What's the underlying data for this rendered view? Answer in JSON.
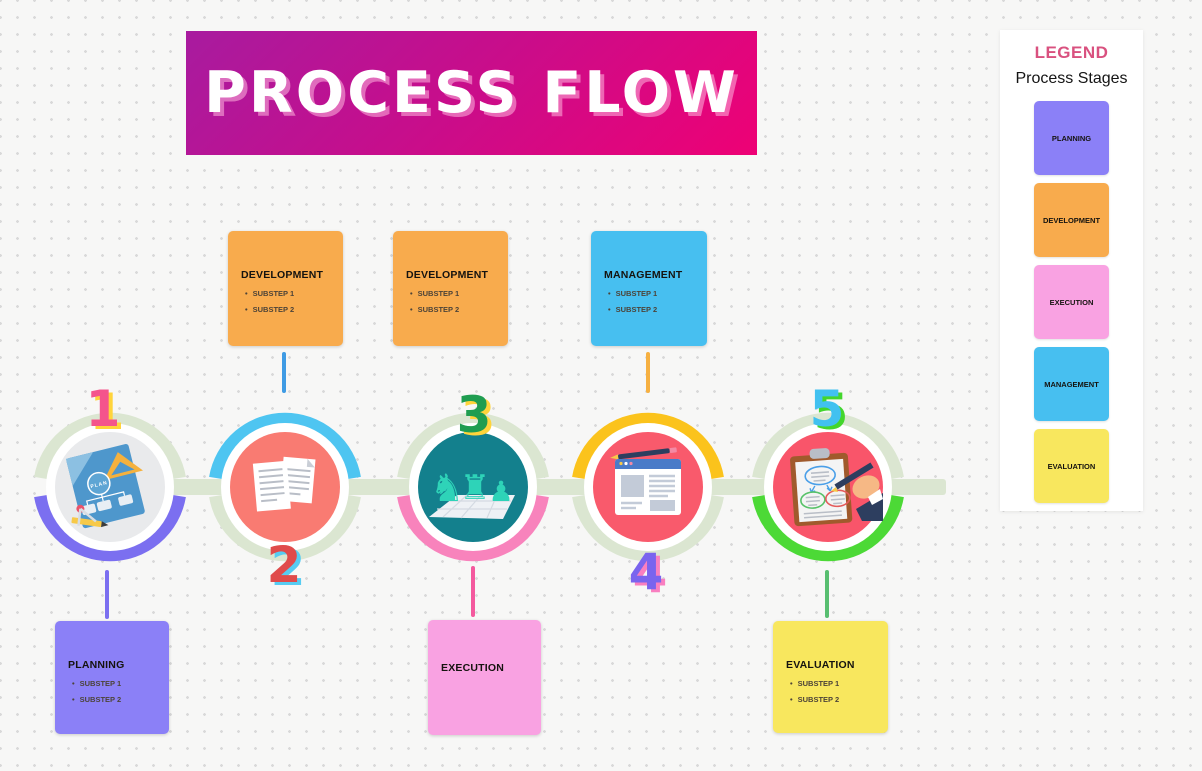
{
  "background": {
    "color": "#f7f7f6",
    "dot_color": "#d9d9d9"
  },
  "title": {
    "text": "PROCESS FLOW",
    "gradient_from": "#a81b9f",
    "gradient_to": "#ee0175",
    "text_color": "#ffffff"
  },
  "legend": {
    "title": "LEGEND",
    "title_color": "#d9517f",
    "subtitle": "Process Stages",
    "items": [
      {
        "label": "PLANNING",
        "color": "#8b80f7"
      },
      {
        "label": "DEVELOPMENT",
        "color": "#f8ab4d"
      },
      {
        "label": "EXECUTION",
        "color": "#f9a2e2"
      },
      {
        "label": "MANAGEMENT",
        "color": "#47bff0"
      },
      {
        "label": "EVALUATION",
        "color": "#f8e75e"
      }
    ]
  },
  "notes": {
    "top": [
      {
        "title": "DEVELOPMENT",
        "color": "#f8ab4d",
        "substeps": [
          "SUBSTEP 1",
          "SUBSTEP 2"
        ]
      },
      {
        "title": "DEVELOPMENT",
        "color": "#f8ab4d",
        "substeps": [
          "SUBSTEP 1",
          "SUBSTEP 2"
        ]
      },
      {
        "title": "MANAGEMENT",
        "color": "#47bff0",
        "substeps": [
          "SUBSTEP 1",
          "SUBSTEP 2"
        ]
      }
    ],
    "bottom": [
      {
        "title": "PLANNING",
        "color": "#8b80f7",
        "substeps": [
          "SUBSTEP 1",
          "SUBSTEP 2"
        ]
      },
      {
        "title": "EXECUTION",
        "color": "#f9a2e2",
        "substeps": []
      },
      {
        "title": "EVALUATION",
        "color": "#f8e75e",
        "substeps": [
          "SUBSTEP 1",
          "SUBSTEP 2"
        ]
      }
    ]
  },
  "timeline": {
    "line_color": "#dbe6d1",
    "stages": [
      {
        "number": "1",
        "number_color": "#f4548c",
        "number_shadow": "#ffd43b",
        "arc_top": "#dbe6d1",
        "arc_bottom": "#7b6ff0",
        "inner_color": "#e9eaec",
        "icon": "blueprint-plan"
      },
      {
        "number": "2",
        "number_color": "#e04b4b",
        "number_shadow": "#56ccf2",
        "arc_top": "#4ec5f1",
        "arc_bottom": "#dbe6d1",
        "inner_color": "#f97b72",
        "icon": "documents"
      },
      {
        "number": "3",
        "number_color": "#1f9d50",
        "number_shadow": "#ffd43b",
        "arc_top": "#dbe6d1",
        "arc_bottom": "#f883bc",
        "inner_color": "#13808d",
        "icon": "chess-strategy"
      },
      {
        "number": "4",
        "number_color": "#7a64ee",
        "number_shadow": "#f97fc0",
        "arc_top": "#fbc31c",
        "arc_bottom": "#dbe6d1",
        "inner_color": "#f95a6c",
        "icon": "browser-pencil"
      },
      {
        "number": "5",
        "number_color": "#41c1f0",
        "number_shadow": "#43d62c",
        "arc_top": "#dbe6d1",
        "arc_bottom": "#4cd936",
        "inner_color": "#f9556a",
        "icon": "clipboard-review"
      }
    ]
  }
}
